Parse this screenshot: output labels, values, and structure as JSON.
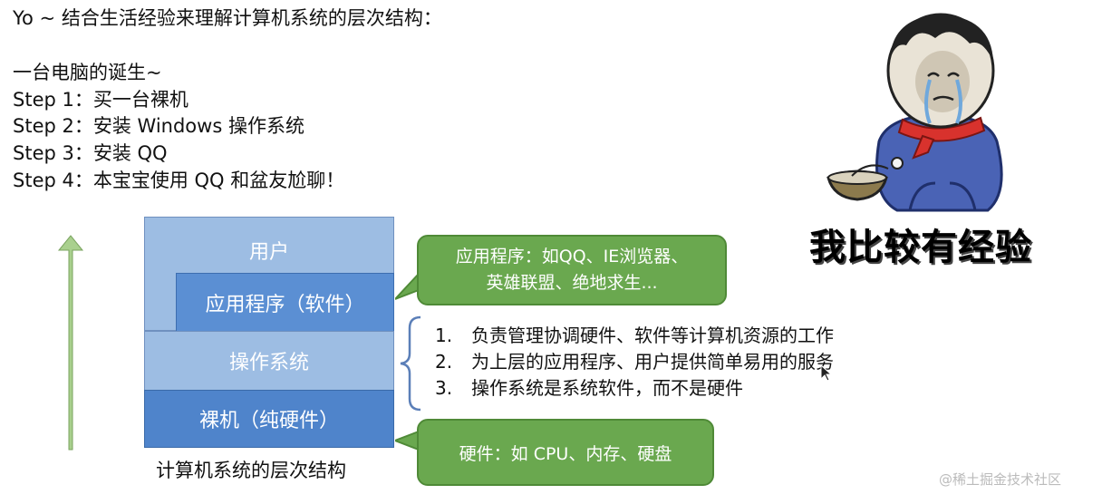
{
  "intro": {
    "title": "Yo ~ 结合生活经验来理解计算机系统的层次结构：",
    "subtitle": "一台电脑的诞生~",
    "steps": [
      "Step 1：买一台裸机",
      "Step 2：安装 Windows 操作系统",
      "Step 3：安装 QQ",
      "Step 4：本宝宝使用 QQ 和盆友尬聊！"
    ]
  },
  "diagram": {
    "layers": {
      "user": "用户",
      "app": "应用程序（软件）",
      "os": "操作系统",
      "hardware": "裸机（纯硬件）"
    },
    "caption": "计算机系统的层次结构",
    "arrow_color": "#a9d08e",
    "app_callout": [
      "应用程序：如QQ、IE浏览器、",
      "英雄联盟、绝地求生..."
    ],
    "os_points": [
      {
        "num": "1.",
        "text": "负责管理协调硬件、软件等计算机资源的工作"
      },
      {
        "num": "2.",
        "text": "为上层的应用程序、用户提供简单易用的服务"
      },
      {
        "num": "3.",
        "text": "操作系统是系统软件，而不是硬件"
      }
    ],
    "hw_callout": "硬件：如 CPU、内存、硬盘",
    "callout_color": "#6aa84f"
  },
  "meme": {
    "caption": "我比较有经验"
  },
  "watermark": "@稀土掘金技术社区"
}
